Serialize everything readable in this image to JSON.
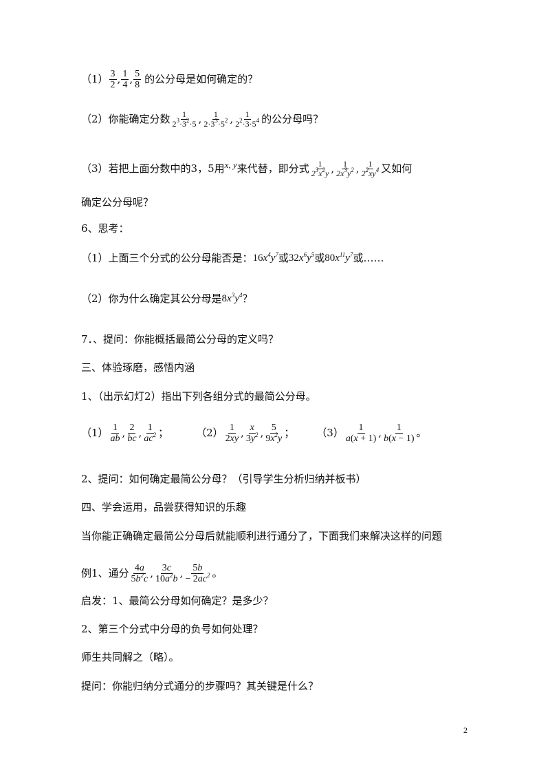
{
  "q1": {
    "prefix": "（1）",
    "suffix": "的公分母是如何确定的？",
    "fracs": [
      [
        "3",
        "2"
      ],
      [
        "1",
        "4"
      ],
      [
        "5",
        "8"
      ]
    ]
  },
  "q2": {
    "prefix": "（2）你能确定分数",
    "suffix": " 的公分母吗？"
  },
  "q3": {
    "prefix": "（3）若把上面分数中的3，5用",
    "vars": "x, y",
    "mid": "来代替，即分式",
    "suffix": " 又如何",
    "cont": "确定公分母呢？"
  },
  "s6": {
    "title": "6、思考：",
    "p1_prefix": "（1）上面三个分式的公分母能否是：",
    "or": "或",
    "ellipsis": "或……",
    "p2_prefix": "（2）你为什么确定其公分母是",
    "p2_suffix": "？"
  },
  "s7": {
    "text": "7．、提问：你能概括最简公分母的定义吗？"
  },
  "sec3": {
    "title": "三、体验琢磨，感悟内涵",
    "item1": "1、（出示幻灯2）指出下列各组分式的最简公分母。",
    "g1": "（1）",
    "g2": "（2）",
    "g3": "（3）",
    "semi": "；",
    "end": "。",
    "item2": "2、提问：如何确定最简公分母？（引导学生分析归纳并板书）"
  },
  "sec4": {
    "title": "四、学会运用，品尝获得知识的乐趣",
    "intro": "当你能正确确定最简公分母后就能顺利进行通分了，下面我们来解决这样的问题",
    "ex_prefix": "例1、通分",
    "ex_end": " 。",
    "hint": "启发：1、最简公分母如何确定？是多少？",
    "hint2": "2、第三个分式中分母的负号如何处理？",
    "solve": "师生共同解之（略）。",
    "ask": "提问：你能归纳分式通分的步骤吗？其关键是什么？"
  },
  "page_number": "2"
}
